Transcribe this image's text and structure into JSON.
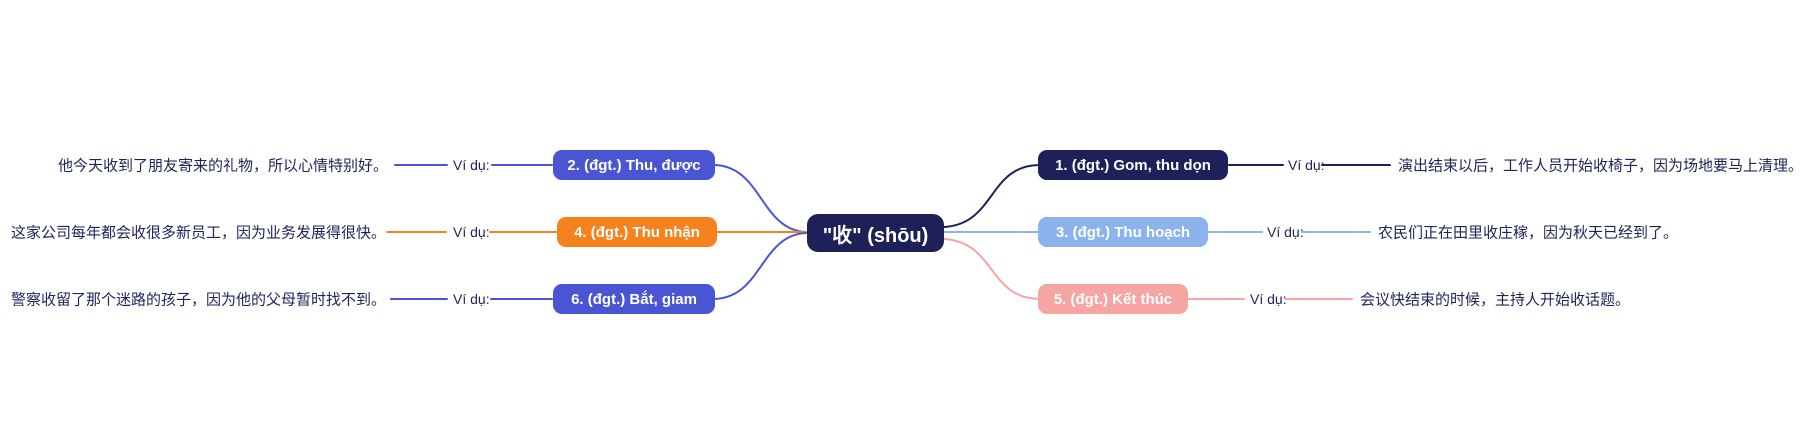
{
  "root": {
    "label": "\"收\" (shōu)"
  },
  "example_label": "Ví dụ:",
  "colors": {
    "background": "#ffffff",
    "dark_navy": "#1e2158",
    "indigo": "#4a55d4",
    "orange": "#f6821f",
    "light_blue": "#8cb3ee",
    "salmon": "#f5a5a2",
    "text": "#1f2358"
  },
  "branches": [
    {
      "label": "1. (đgt.) Gom, thu dọn",
      "side": "right",
      "color": "#1e2158",
      "example": "演出结束以后，工作人员开始收椅子，因为场地要马上清理。"
    },
    {
      "label": "2. (đgt.) Thu, được",
      "side": "left",
      "color": "#4a55d4",
      "example": "他今天收到了朋友寄来的礼物，所以心情特别好。"
    },
    {
      "label": "3. (đgt.) Thu hoạch",
      "side": "right",
      "color": "#8cb3ee",
      "example": "农民们正在田里收庄稼，因为秋天已经到了。"
    },
    {
      "label": "4. (đgt.) Thu nhận",
      "side": "left",
      "color": "#f6821f",
      "example": "这家公司每年都会收很多新员工，因为业务发展得很快。"
    },
    {
      "label": "5. (đgt.) Kết thúc",
      "side": "right",
      "color": "#f5a5a2",
      "example": "会议快结束的时候，主持人开始收话题。"
    },
    {
      "label": "6. (đgt.) Bắt, giam",
      "side": "left",
      "color": "#4a55d4",
      "example": "警察收留了那个迷路的孩子，因为他的父母暂时找不到。"
    }
  ]
}
